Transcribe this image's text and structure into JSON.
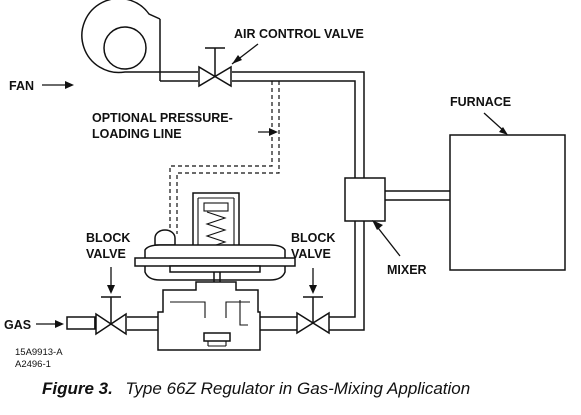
{
  "labels": {
    "fan": "FAN",
    "air_control_valve": "AIR CONTROL VALVE",
    "optional_line_1": "OPTIONAL PRESSURE-",
    "optional_line_2": "LOADING LINE",
    "furnace": "FURNACE",
    "block_valve_left_1": "BLOCK",
    "block_valve_left_2": "VALVE",
    "block_valve_right_1": "BLOCK",
    "block_valve_right_2": "VALVE",
    "mixer": "MIXER",
    "gas": "GAS"
  },
  "drawing_codes": [
    "15A9913-A",
    "A2496-1"
  ],
  "caption": {
    "number": "Figure 3.",
    "text": "Type 66Z Regulator in Gas-Mixing Application"
  },
  "colors": {
    "line": "#111111",
    "background": "#ffffff"
  }
}
